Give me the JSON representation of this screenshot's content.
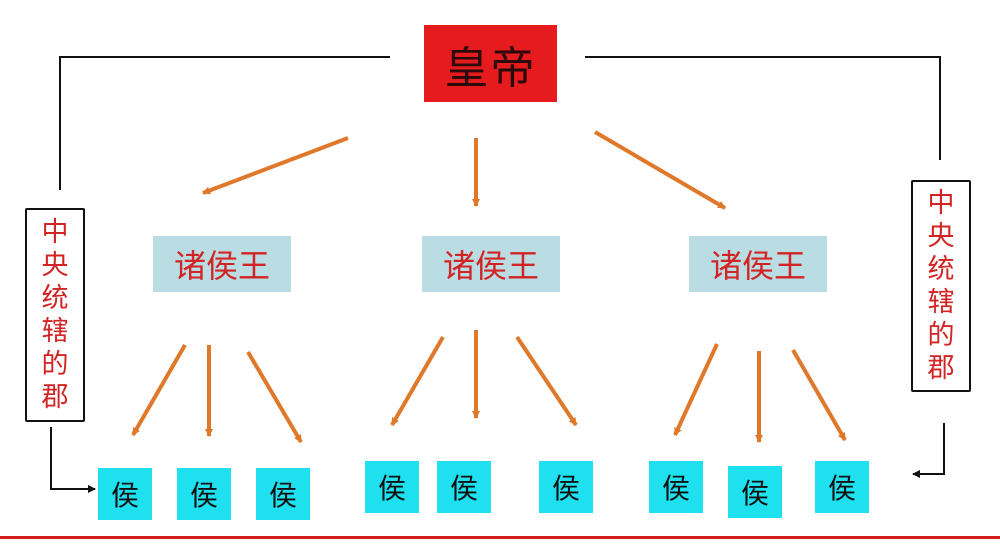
{
  "emperor": {
    "label": "皇帝",
    "color": "#e61b1e"
  },
  "kings": [
    {
      "label": "诸侯王"
    },
    {
      "label": "诸侯王"
    },
    {
      "label": "诸侯王"
    }
  ],
  "marquises": [
    {
      "label": "侯"
    },
    {
      "label": "侯"
    },
    {
      "label": "侯"
    },
    {
      "label": "侯"
    },
    {
      "label": "侯"
    },
    {
      "label": "侯"
    },
    {
      "label": "侯"
    },
    {
      "label": "侯"
    },
    {
      "label": "侯"
    }
  ],
  "commanderies": {
    "left": {
      "chars": [
        "中",
        "央",
        "统",
        "辖",
        "的",
        "郡"
      ]
    },
    "right": {
      "chars": [
        "中",
        "央",
        "统",
        "辖",
        "的",
        "郡"
      ]
    }
  },
  "colors": {
    "arrow": "#e0782a",
    "king_text": "#d22424",
    "king_bg": "#b9dde3",
    "marquis_bg": "#1ee0ee",
    "side_text": "#d22424",
    "strip": "#d21c1c"
  }
}
